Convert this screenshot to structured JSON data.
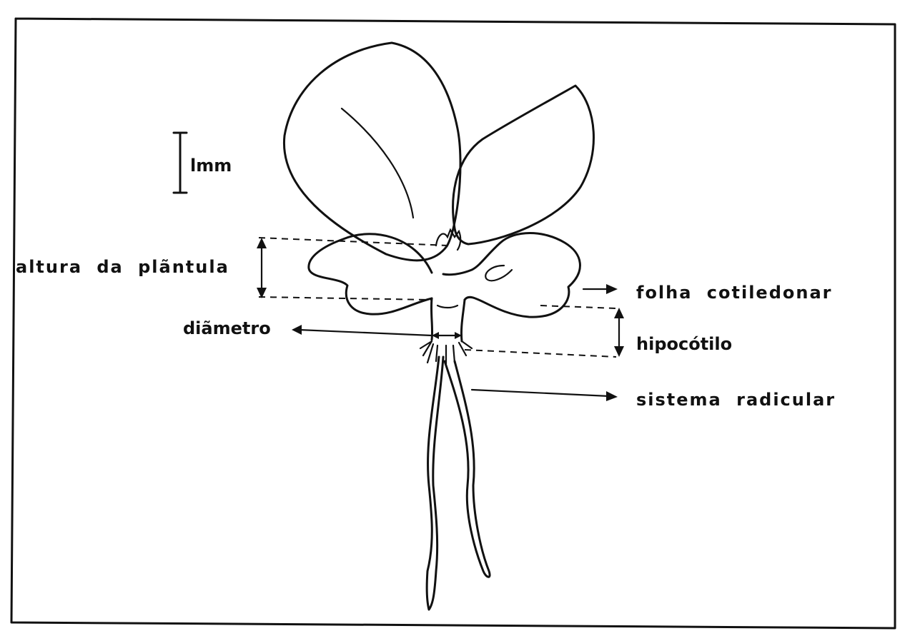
{
  "labels": {
    "scale": "lmm",
    "seedling_height": "altura da plãntula",
    "cotyledon_leaf": "folha cotiledonar",
    "diameter": "diãmetro",
    "hypocotyl": "hipocótilo",
    "root_system": "sistema radicular"
  }
}
